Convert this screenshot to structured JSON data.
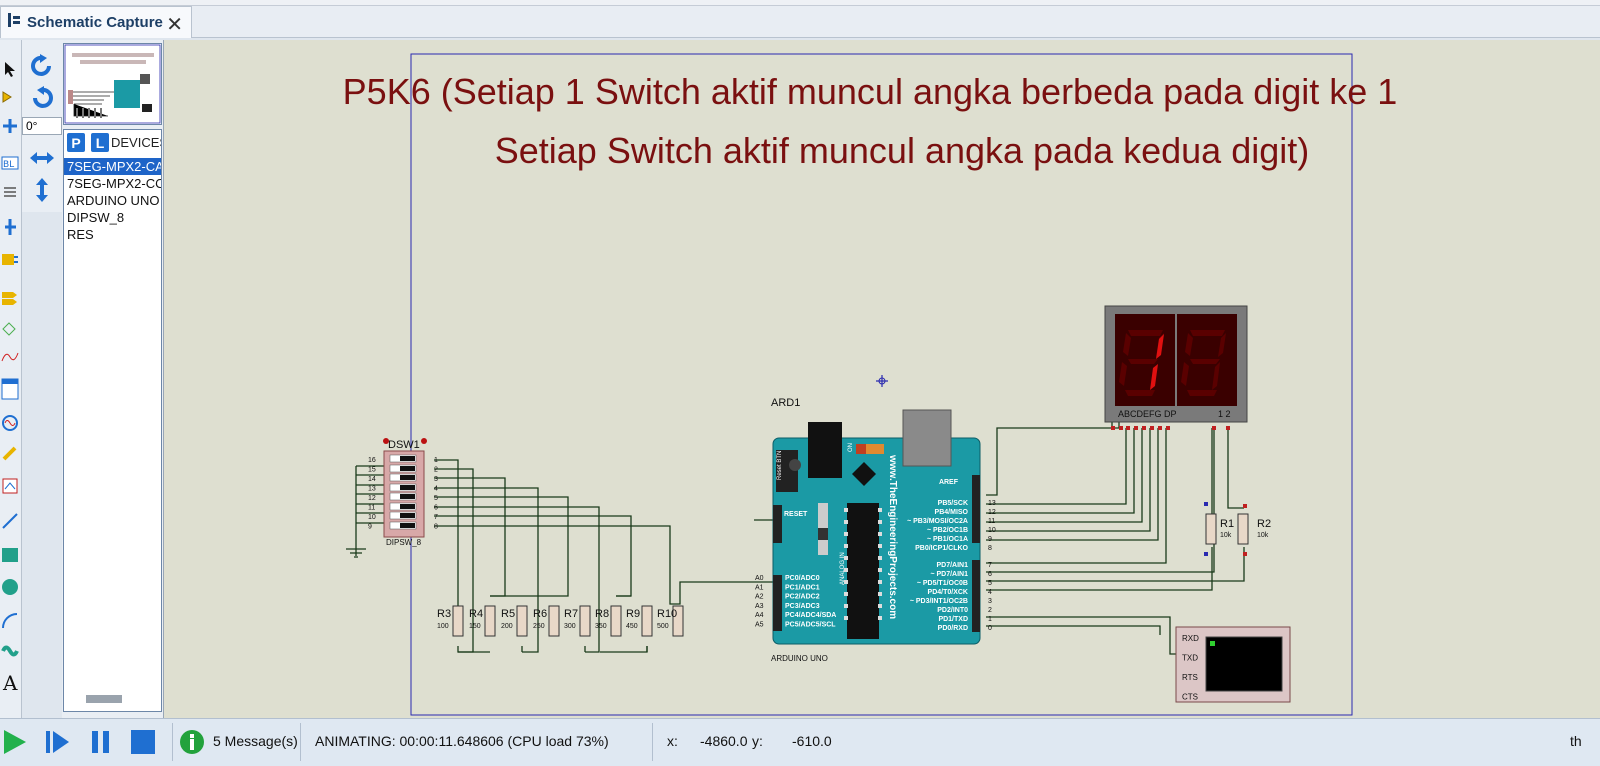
{
  "tab": {
    "label": "Schematic Capture",
    "close": "✕"
  },
  "left_panel": {
    "angle": "0°",
    "p_button": "P",
    "l_button": "L",
    "devices_title": "DEVICES",
    "devices": [
      "7SEG-MPX2-CA",
      "7SEG-MPX2-CC",
      "ARDUINO UNO",
      "DIPSW_8",
      "RES"
    ],
    "selected_index": 0
  },
  "schematic": {
    "title_line1": "P5K6 (Setiap 1 Switch aktif muncul angka berbeda pada digit ke 1",
    "title_line2": "Setiap  Switch aktif muncul angka pada kedua digit)",
    "title_color": "#7a1010",
    "dipswitch": {
      "ref": "DSW1",
      "value": "DIPSW_8",
      "left_pins": [
        "16",
        "15",
        "14",
        "13",
        "12",
        "11",
        "10",
        "9"
      ],
      "right_pins": [
        "1",
        "2",
        "3",
        "4",
        "5",
        "6",
        "7",
        "8"
      ]
    },
    "resistors": [
      {
        "ref": "R3",
        "value": "100"
      },
      {
        "ref": "R4",
        "value": "150"
      },
      {
        "ref": "R5",
        "value": "200"
      },
      {
        "ref": "R6",
        "value": "250"
      },
      {
        "ref": "R7",
        "value": "300"
      },
      {
        "ref": "R8",
        "value": "350"
      },
      {
        "ref": "R9",
        "value": "450"
      },
      {
        "ref": "R10",
        "value": "500"
      },
      {
        "ref": "R1",
        "value": "10k"
      },
      {
        "ref": "R2",
        "value": "10k"
      }
    ],
    "arduino": {
      "ref": "ARD1",
      "name": "ARDUINO UNO",
      "website": "www.TheEngineeringProjects.com",
      "reset_btn": "Reset BTN",
      "on_label": "ON",
      "aref": "AREF",
      "reset": "RESET",
      "analog_in": "ANALOG IN",
      "analog_pins": [
        "A0",
        "A1",
        "A2",
        "A3",
        "A4",
        "A5"
      ],
      "analog_labels": [
        "PC0/ADC0",
        "PC1/ADC1",
        "PC2/ADC2",
        "PC3/ADC3",
        "PC4/ADC4/SDA",
        "PC5/ADC5/SCL"
      ],
      "digital_high_labels": [
        "PB5/SCK",
        "PB4/MISO",
        "~ PB3/MOSI/OC2A",
        "~ PB2/OC1B",
        "~ PB1/OC1A",
        "PB0/ICP1/CLKO"
      ],
      "digital_high_pins": [
        "13",
        "12",
        "11",
        "10",
        "9",
        "8"
      ],
      "digital_low_labels": [
        "PD7/AIN1",
        "~ PD7/AIN1",
        "~ PD5/T1/OC0B",
        "PD4/T0/XCK",
        "~ PD3/INT1/OC2B",
        "PD2/INT0",
        "PD1/TXD",
        "PD0/RXD"
      ],
      "digital_low_pins": [
        "7",
        "6",
        "5",
        "4",
        "3",
        "2",
        "1",
        "0"
      ]
    },
    "display": {
      "segments_label": "ABCDEFG  DP",
      "digits_label": "1 2"
    },
    "terminal": {
      "pins": [
        "RXD",
        "TXD",
        "RTS",
        "CTS"
      ]
    }
  },
  "status": {
    "messages": "5 Message(s)",
    "animating": "ANIMATING: 00:00:11.648606 (CPU load 73%)",
    "x_label": "x:",
    "x_value": "-4860.0",
    "y_label": "y:",
    "y_value": "-610.0",
    "units": "th"
  },
  "colors": {
    "wire": "#1a3a1a",
    "pcb": "#1b9aa5",
    "led_on": "#e01010",
    "led_off": "#5a0000",
    "sheet_border": "#2a2ab0"
  }
}
